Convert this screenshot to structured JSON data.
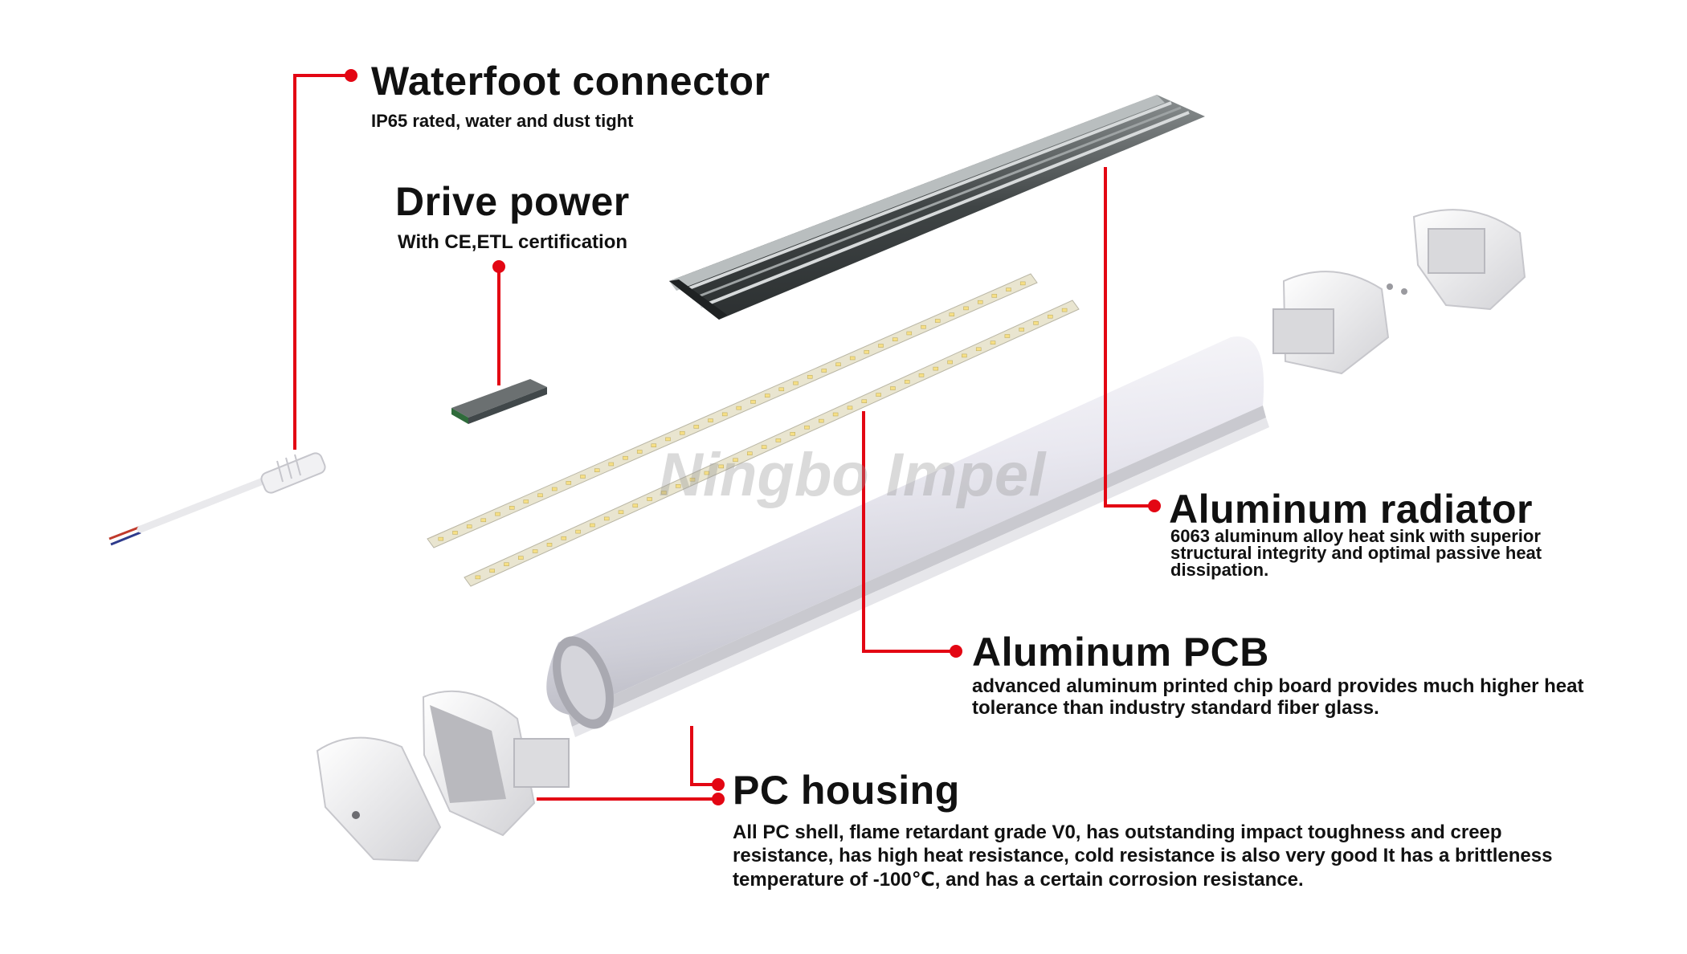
{
  "watermark": "Ningbo Impel",
  "colors": {
    "leader_line": "#e30613",
    "text": "#111111",
    "aluminum_dark": "#4a4f50",
    "diffuser": "#ececf1",
    "led_strip": "#eae6d2",
    "end_cap": "#f4f4f4"
  },
  "components": {
    "waterfoot": {
      "title": "Waterfoot connector",
      "desc": "IP65 rated, water and dust tight"
    },
    "drive_power": {
      "title": "Drive power",
      "desc": "With CE,ETL certification"
    },
    "radiator": {
      "title": "Aluminum radiator",
      "desc": "6063 aluminum alloy heat sink with superior structural integrity and optimal passive heat dissipation."
    },
    "pcb": {
      "title": "Aluminum PCB",
      "desc": "advanced aluminum printed chip board provides much higher heat tolerance than industry standard fiber glass."
    },
    "housing": {
      "title": "PC housing",
      "desc": "All PC shell, flame retardant grade V0, has outstanding impact toughness and creep resistance, has high heat resistance, cold resistance is also very good It has a brittleness temperature of -100℃, and has a certain corrosion resistance."
    }
  }
}
